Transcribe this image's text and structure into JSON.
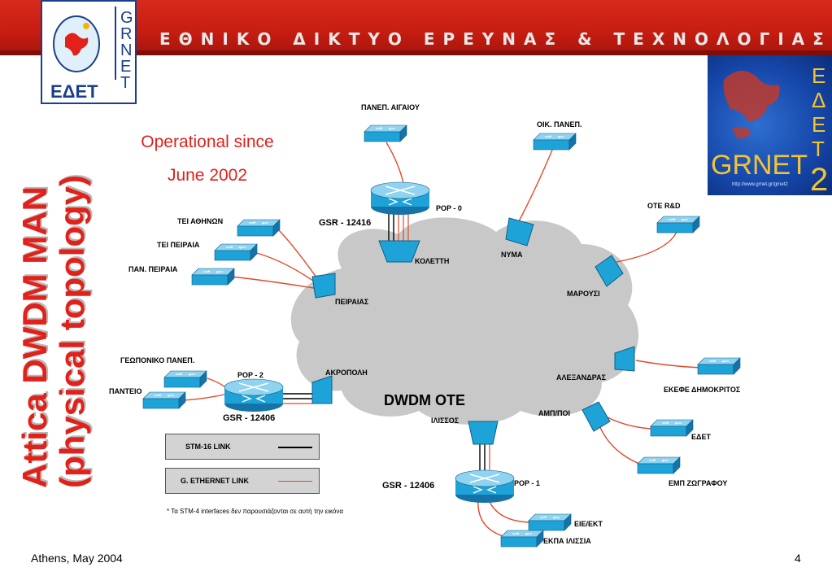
{
  "banner": {
    "title": "ΕΘΝΙΚΟ ΔΙΚΤΥΟ ΕΡΕΥΝΑΣ & ΤΕΧΝΟΛΟΓΙΑΣ"
  },
  "logo_left": {
    "letters": [
      "G",
      "R",
      "N",
      "E",
      "T"
    ],
    "text": "ΕΔΕΤ"
  },
  "logo_right": {
    "letters_top": [
      "Ε",
      "Δ",
      "Ε",
      "Τ"
    ],
    "text": "GRNET",
    "number": "2",
    "url": "http://www.grnet.gr/grnet2"
  },
  "slide_title": {
    "line1": "Attica DWDM MAN",
    "line2": "(physical topology)"
  },
  "operational": {
    "line1": "Operational since",
    "line2": "June 2002"
  },
  "cloud": {
    "label": "DWDM OTE"
  },
  "pops": [
    {
      "name": "POP - 0",
      "router": "GSR - 12416"
    },
    {
      "name": "POP - 1",
      "router": "GSR - 12406"
    },
    {
      "name": "POP - 2",
      "router": "GSR - 12406"
    }
  ],
  "cloud_nodes": [
    "ΚΟΛΕΤΤΗ",
    "ΝΥΜΑ",
    "ΜΑΡΟΥΣΙ",
    "ΠΕΙΡΑΙΑΣ",
    "ΑΚΡΟΠΟΛΗ",
    "ΑΛΕΞΑΝΔΡΑΣ",
    "ΑΜΠ/ΠΟΙ",
    "ΙΛΙΣΣΟΣ"
  ],
  "sites": {
    "aigaiou": "ΠΑΝΕΠ. ΑΙΓΑΙΟΥ",
    "oik": "ΟΙΚ. ΠΑΝΕΠ.",
    "ote_rd": "ΟΤΕ  R&D",
    "tei_athens": "ΤΕΙ ΑΘΗΝΩΝ",
    "tei_peiraia": "ΤΕΙ ΠΕΙΡΑΙΑ",
    "pan_peiraia": "ΠΑΝ. ΠΕΙΡΑΙΑ",
    "geoponiko": "ΓΕΩΠΟΝΙΚΟ ΠΑΝΕΠ.",
    "panteio": "ΠΑΝΤΕΙΟ",
    "demokritos": "ΕΚΕΦΕ ΔΗΜΟΚΡΙΤΟΣ",
    "edet": "ΕΔΕΤ",
    "emp": "ΕΜΠ ΖΩΓΡΑΦΟΥ",
    "eie": "ΕΙΕ/ΕΚΤ",
    "ekpa": "ΕΚΠΑ ΙΛΙΣΣΙΑ"
  },
  "legend": {
    "stm16": "STM-16 LINK",
    "gig": "G. ETHERNET LINK"
  },
  "footnote": "* Τα STM-4 interfaces  δεν παρουσιάζονται σε αυτή την εικόνα",
  "footer": {
    "left": "Athens, May 2004",
    "page": "4"
  },
  "colors": {
    "accent_red": "#e1211a",
    "banner_red": "#c81d12",
    "cloud": "#c8c8c8",
    "device_blue": "#1ea3d8",
    "stm16_line": "#000000",
    "gig_line": "#e14a2a"
  }
}
